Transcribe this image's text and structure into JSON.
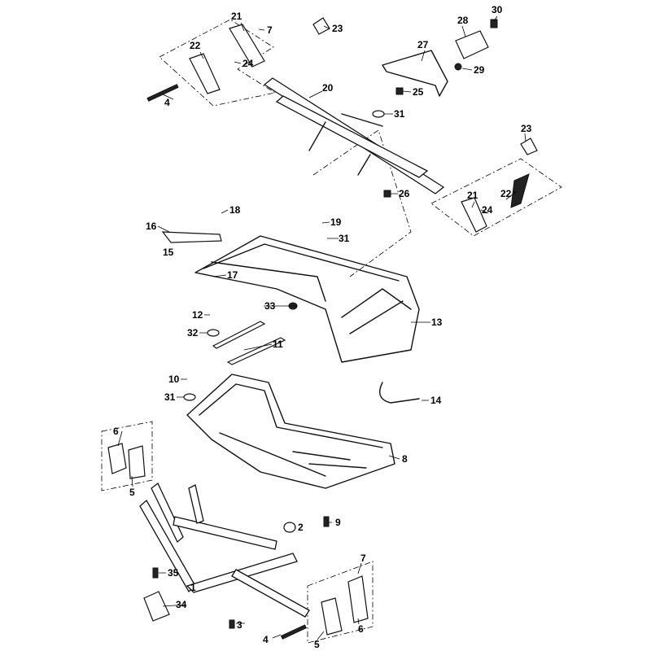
{
  "diagram": {
    "title": "Front and rear rack / bumper assembly exploded view",
    "callouts": {
      "c21a": "21",
      "c7a": "7",
      "c23a": "23",
      "c22a": "22",
      "c24a": "24",
      "c4a": "4",
      "c20": "20",
      "c25": "25",
      "c31a": "31",
      "c28": "28",
      "c30": "30",
      "c27": "27",
      "c29": "29",
      "c23b": "23",
      "c21b": "21",
      "c22b": "22",
      "c24b": "24",
      "c26": "26",
      "c18": "18",
      "c16": "16",
      "c15": "15",
      "c19": "19",
      "c31b": "31",
      "c17": "17",
      "c33": "33",
      "c13": "13",
      "c12": "12",
      "c32": "32",
      "c11": "11",
      "c10": "10",
      "c31c": "31",
      "c14": "14",
      "c6a": "6",
      "c5a": "5",
      "c8": "8",
      "c9": "9",
      "c2": "2",
      "c35": "35",
      "c1": "1",
      "c34": "34",
      "c3": "3",
      "c4b": "4",
      "c7b": "7",
      "c5b": "5",
      "c6b": "6"
    }
  }
}
